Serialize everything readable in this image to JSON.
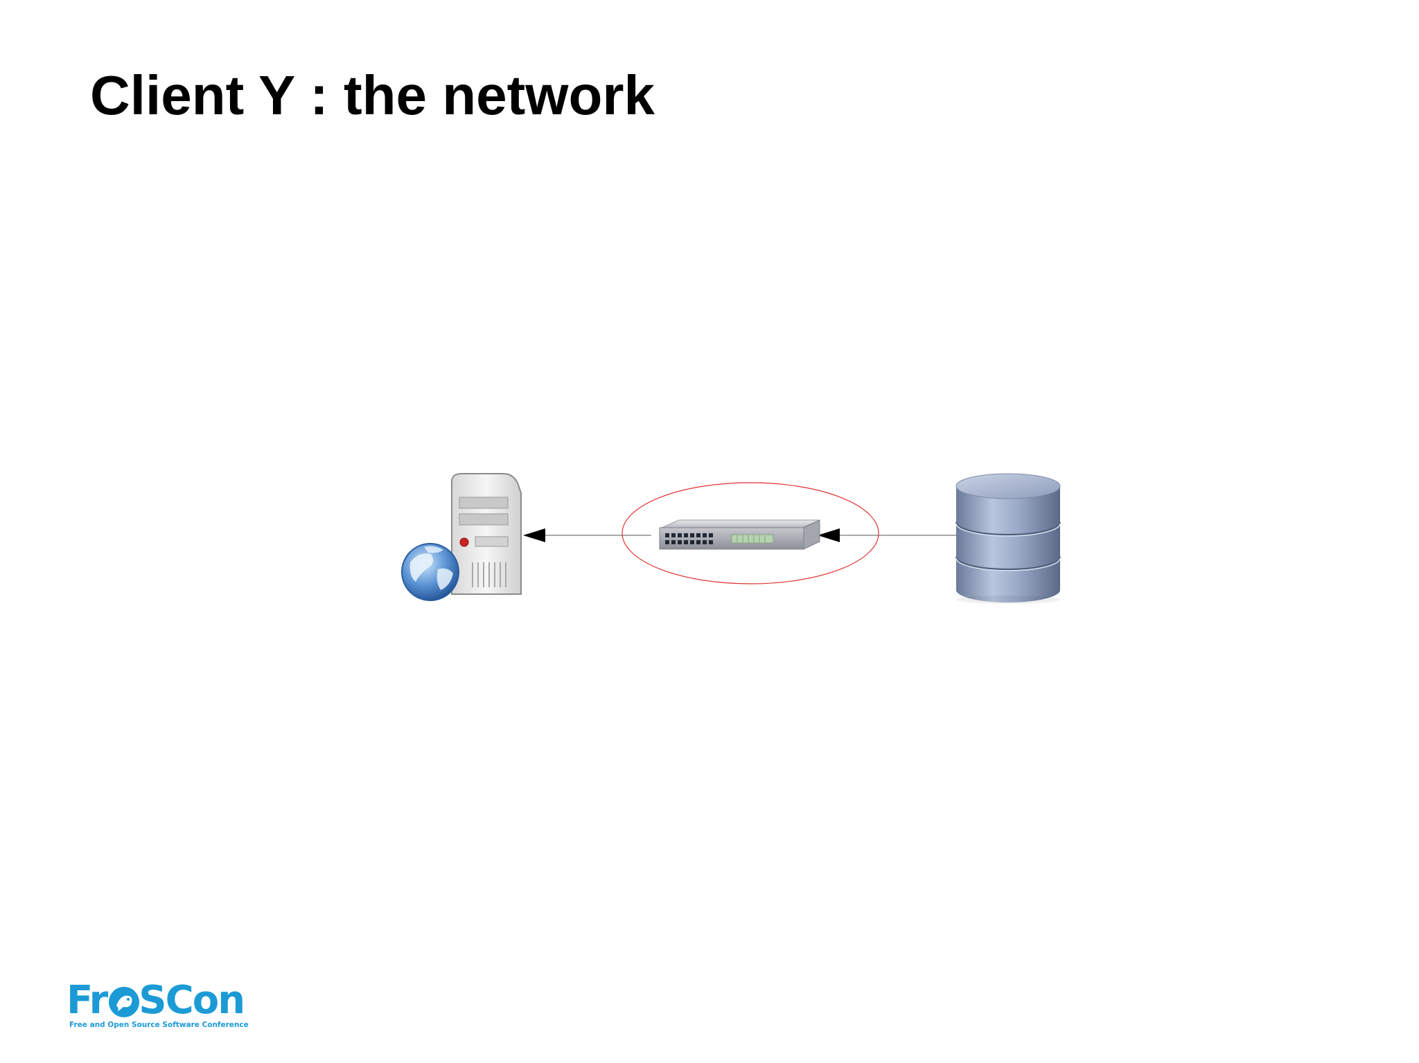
{
  "slide": {
    "title": "Client Y : the network"
  },
  "diagram": {
    "nodes": [
      {
        "id": "web-server",
        "icon": "web-server-icon"
      },
      {
        "id": "network-switch",
        "icon": "network-switch-icon",
        "highlighted": true
      },
      {
        "id": "database",
        "icon": "database-icon"
      }
    ],
    "edges": [
      {
        "from": "database",
        "to": "network-switch"
      },
      {
        "from": "network-switch",
        "to": "web-server"
      }
    ],
    "highlight_color": "#e03030"
  },
  "footer": {
    "logo_text_left": "Fr",
    "logo_text_right": "SCon",
    "logo_tagline": "Free and Open Source Software Conference",
    "logo_color": "#1b9ad6"
  }
}
